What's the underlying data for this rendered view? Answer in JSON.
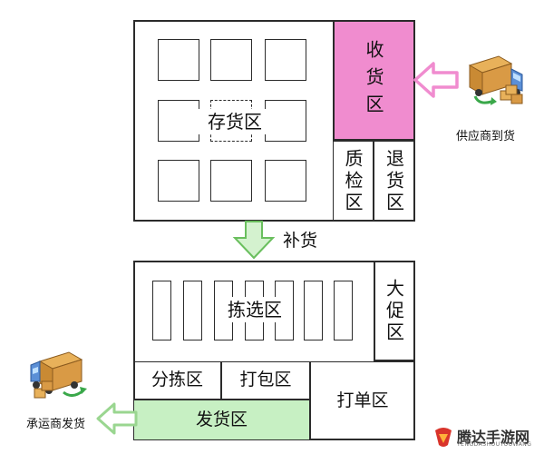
{
  "zones": {
    "storage": "存货区",
    "receiving": "收货区",
    "qc": "质检区",
    "returns": "退货区",
    "picking": "拣选区",
    "promo": "大促区",
    "sorting": "分拣区",
    "packing": "打包区",
    "labeling": "打单区",
    "shipping": "发货区"
  },
  "flows": {
    "replenish": "补货",
    "supplier": "供应商到货",
    "carrier": "承运商发货"
  },
  "colors": {
    "receiving_fill": "#f08ccf",
    "shipping_fill": "#c7f0c3",
    "arrow_pink": "#f08ccf",
    "arrow_green": "#b8e8b0"
  },
  "watermark": {
    "name": "腾达手游网",
    "sub": "TENGDASHOUYOUWANG"
  }
}
